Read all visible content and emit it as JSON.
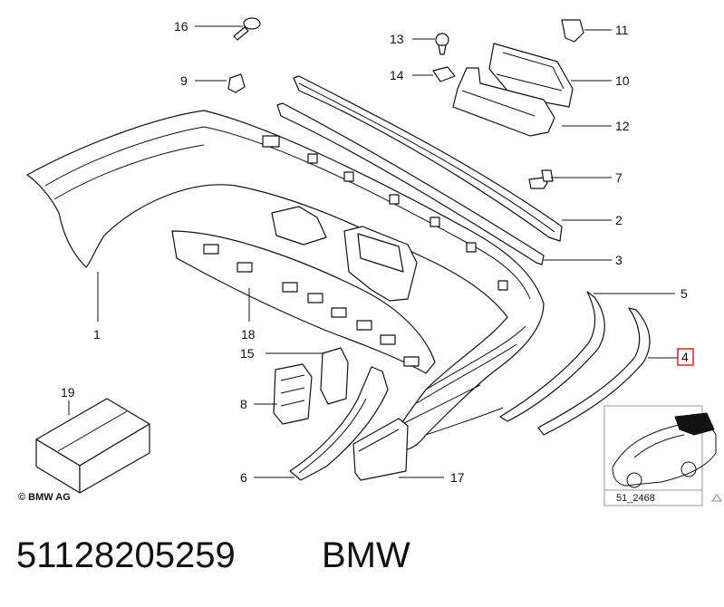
{
  "callouts": {
    "c1": "1",
    "c2": "2",
    "c3": "3",
    "c4": "4",
    "c5": "5",
    "c6": "6",
    "c7": "7",
    "c8": "8",
    "c9": "9",
    "c10": "10",
    "c11": "11",
    "c12": "12",
    "c13": "13",
    "c14": "14",
    "c15": "15",
    "c16": "16",
    "c17": "17",
    "c18": "18",
    "c19": "19"
  },
  "highlighted_callout": "4",
  "highlight_color": "#e02020",
  "copyright": "© BMW AG",
  "thumbnail_ref": "51_2468",
  "footer": {
    "part_number": "51128205259",
    "brand": "BMW"
  }
}
